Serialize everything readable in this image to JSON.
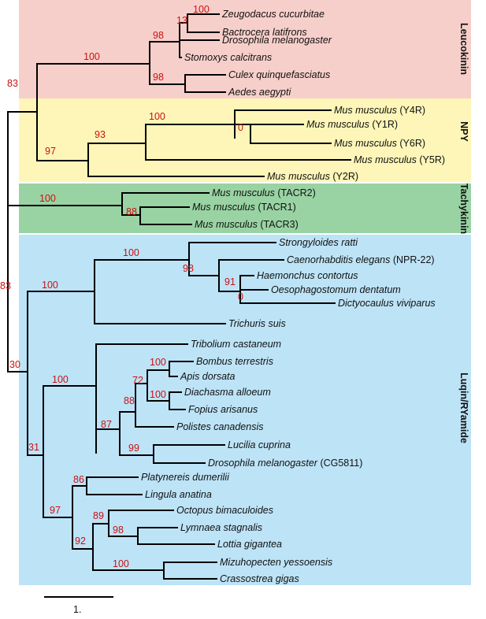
{
  "clades": [
    {
      "key": "leucokinin",
      "label": "Leucokinin",
      "color": "#f7cfca"
    },
    {
      "key": "npy",
      "label": "NPY",
      "color": "#fdf6b8"
    },
    {
      "key": "tachykinin",
      "label": "Tachykinin",
      "color": "#99d3a3"
    },
    {
      "key": "luqin",
      "label": "Luqin/RYamide",
      "color": "#bde3f7"
    }
  ],
  "taxa": [
    {
      "species": "Zeugodacus cucurbitae",
      "note": ""
    },
    {
      "species": "Bactrocera latifrons",
      "note": ""
    },
    {
      "species": "Drosophila melanogaster",
      "note": ""
    },
    {
      "species": "Stomoxys calcitrans",
      "note": ""
    },
    {
      "species": "Culex quinquefasciatus",
      "note": ""
    },
    {
      "species": "Aedes aegypti",
      "note": ""
    },
    {
      "species": "Mus musculus",
      "note": " (Y4R)"
    },
    {
      "species": "Mus musculus",
      "note": " (Y1R)"
    },
    {
      "species": "Mus musculus",
      "note": " (Y6R)"
    },
    {
      "species": "Mus musculus",
      "note": " (Y5R)"
    },
    {
      "species": "Mus musculus",
      "note": " (Y2R)"
    },
    {
      "species": "Mus musculus",
      "note": " (TACR2)"
    },
    {
      "species": "Mus musculus",
      "note": " (TACR1)"
    },
    {
      "species": "Mus musculus",
      "note": " (TACR3)"
    },
    {
      "species": "Strongyloides ratti",
      "note": ""
    },
    {
      "species": "Caenorhabditis elegans",
      "note": " (NPR-22)"
    },
    {
      "species": "Haemonchus contortus",
      "note": ""
    },
    {
      "species": "Oesophagostomum dentatum",
      "note": ""
    },
    {
      "species": "Dictyocaulus viviparus",
      "note": ""
    },
    {
      "species": "Trichuris suis",
      "note": ""
    },
    {
      "species": "Tribolium castaneum",
      "note": ""
    },
    {
      "species": "Bombus terrestris",
      "note": ""
    },
    {
      "species": "Apis dorsata",
      "note": ""
    },
    {
      "species": "Diachasma alloeum",
      "note": ""
    },
    {
      "species": "Fopius arisanus",
      "note": ""
    },
    {
      "species": "Polistes canadensis",
      "note": ""
    },
    {
      "species": "Lucilia cuprina",
      "note": ""
    },
    {
      "species": "Drosophila melanogaster",
      "note": " (CG5811)"
    },
    {
      "species": "Platynereis dumerilii",
      "note": ""
    },
    {
      "species": "Lingula anatina",
      "note": ""
    },
    {
      "species": "Octopus bimaculoides",
      "note": ""
    },
    {
      "species": "Lymnaea stagnalis",
      "note": ""
    },
    {
      "species": "Lottia gigantea",
      "note": ""
    },
    {
      "species": "Mizuhopecten yessoensis",
      "note": ""
    },
    {
      "species": "Crassostrea gigas",
      "note": ""
    }
  ],
  "bootstrap_values": [
    "83",
    "100",
    "98",
    "13",
    "100",
    "98",
    "97",
    "93",
    "100",
    "0",
    "100",
    "88",
    "83",
    "100",
    "100",
    "98",
    "91",
    "0",
    "30",
    "100",
    "72",
    "100",
    "88",
    "100",
    "87",
    "99",
    "31",
    "97",
    "86",
    "92",
    "89",
    "98",
    "100"
  ],
  "scale_bar": {
    "label": "1."
  },
  "colors": {
    "branch": "#000000",
    "bootstrap": "#cc1111"
  }
}
